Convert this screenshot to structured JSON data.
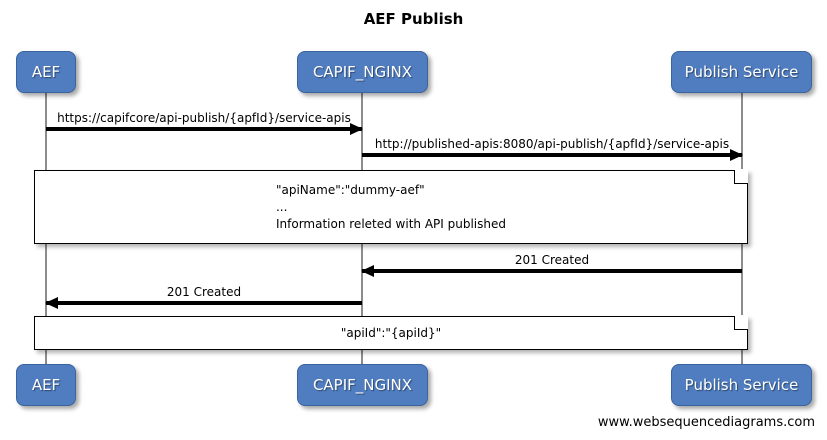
{
  "diagram": {
    "title": "AEF Publish",
    "footer": "www.websequencediagrams.com",
    "accent_color": "#4f7dc0",
    "line_color": "#000000",
    "lifeline_color": "#8c8c8c"
  },
  "participants": [
    {
      "id": "aef",
      "label": "AEF"
    },
    {
      "id": "capif_nginx",
      "label": "CAPIF_NGINX"
    },
    {
      "id": "publish_service",
      "label": "Publish Service"
    }
  ],
  "messages": [
    {
      "id": "msg-1",
      "label": "https://capifcore/api-publish/{apfId}/service-apis",
      "from": "aef",
      "to": "capif_nginx",
      "direction": "right"
    },
    {
      "id": "msg-2",
      "label": "http://published-apis:8080/api-publish/{apfId}/service-apis",
      "from": "capif_nginx",
      "to": "publish_service",
      "direction": "right"
    },
    {
      "id": "msg-3",
      "label": "201 Created",
      "from": "publish_service",
      "to": "capif_nginx",
      "direction": "left"
    },
    {
      "id": "msg-4",
      "label": "201 Created",
      "from": "capif_nginx",
      "to": "aef",
      "direction": "left"
    }
  ],
  "notes": [
    {
      "id": "note-1",
      "lines": [
        "\"apiName\":\"dummy-aef\"",
        "...",
        "Information releted with API published"
      ]
    },
    {
      "id": "note-2",
      "lines": [
        "\"apiId\":\"{apiId}\""
      ]
    }
  ]
}
